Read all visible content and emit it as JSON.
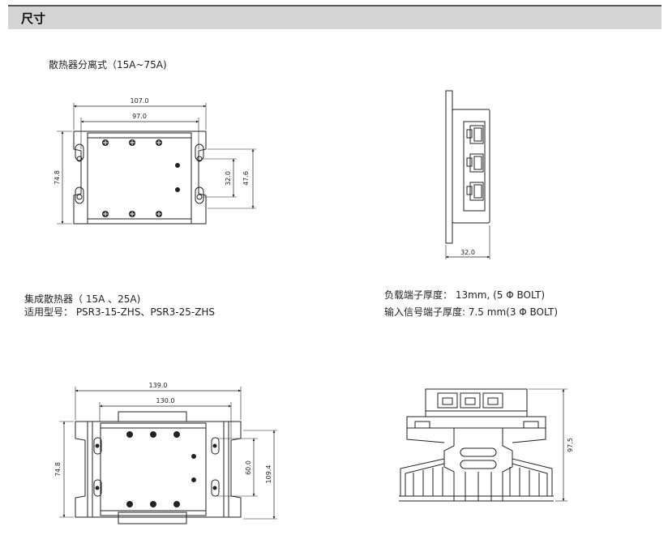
{
  "header": {
    "title": "尺寸"
  },
  "section1": {
    "title": "散热器分离式（15A~75A)",
    "dims": {
      "w_outer": "107.0",
      "w_inner": "97.0",
      "h_left": "74.8",
      "h_mid": "32.0",
      "h_right": "47.6",
      "side_w": "32.0"
    }
  },
  "section2": {
    "line1": "集成散热器（ 15A 、25A)",
    "line2": "适用型号： PSR3-15-ZHS、PSR3-25-ZHS",
    "dims": {
      "w_outer": "139.0",
      "w_inner": "130.0",
      "h_left": "74.8",
      "h_mid": "60.0",
      "h_right": "109.4",
      "side_h": "97.5"
    }
  },
  "terminal_notes": {
    "load": "负载端子厚度： 13mm, (5 Φ BOLT)",
    "input": "输入信号端子厚度: 7.5 mm(3 Φ BOLT)"
  }
}
